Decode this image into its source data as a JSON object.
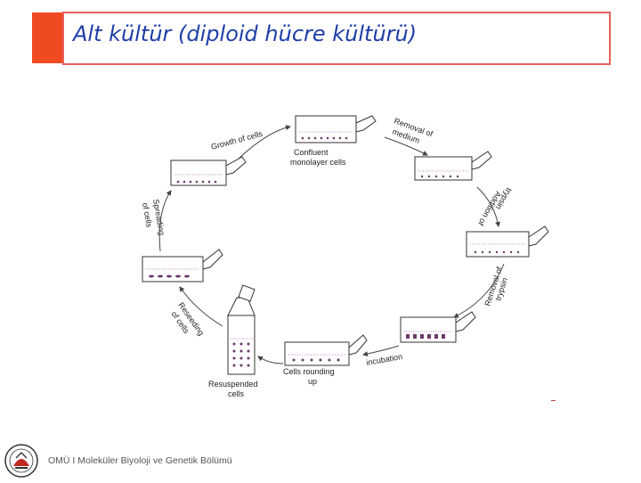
{
  "slide": {
    "title": "Alt kültür (diploid hücre kültürü)"
  },
  "diagram": {
    "labels": {
      "growth": "Growth of cells",
      "confluent_1": "Confluent",
      "confluent_2": "monolayer cells",
      "removal_medium_1": "Removal of",
      "removal_medium_2": "medium",
      "addition_trypsin_1": "Addition of",
      "addition_trypsin_2": "trypsin",
      "removal_trypsin_1": "Removal of",
      "removal_trypsin_2": "trypsin",
      "incubation": "incubation",
      "rounding_1": "Cells rounding",
      "rounding_2": "up",
      "resuspended_1": "Resuspended",
      "resuspended_2": "cells",
      "reseeding_1": "Reseeding",
      "reseeding_2": "of cells",
      "spreading_1": "Spreading",
      "spreading_2": "of cells"
    }
  },
  "footer": {
    "text": "OMÜ I  Moleküler Biyoloji ve Genetik Bölümü",
    "logo_icon": "university-seal-icon"
  },
  "colors": {
    "accent": "#f04a23",
    "title_border": "#e8605c",
    "title_text": "#1f3ea8"
  }
}
